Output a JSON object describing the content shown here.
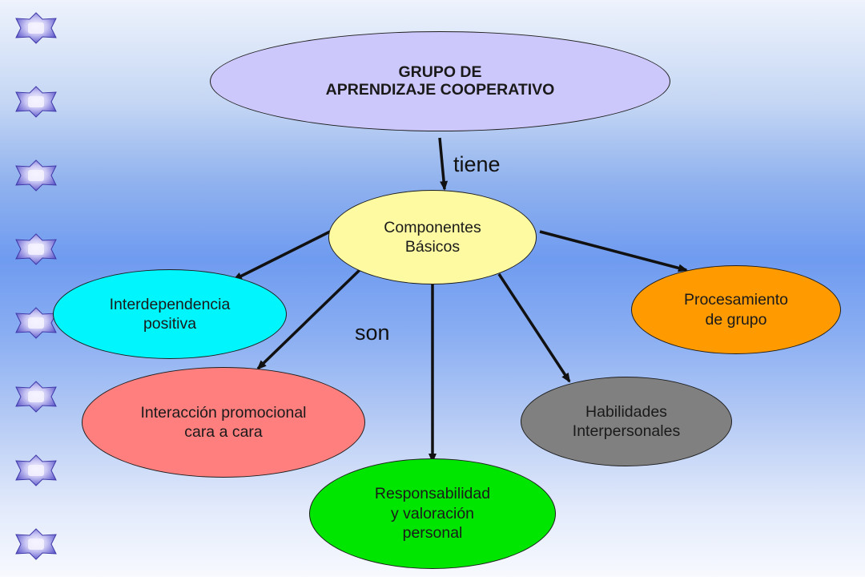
{
  "diagram": {
    "nodes": {
      "main": "GRUPO DE\nAPRENDIZAJE COOPERATIVO",
      "components": "Componentes\nBásicos",
      "interdependence": "Interdependencia\npositiva",
      "processing": "Procesamiento\nde grupo",
      "promotional": "Interacción promocional\ncara a cara",
      "skills": "Habilidades\nInterpersonales",
      "responsibility": "Responsabilidad\ny valoración\npersonal"
    },
    "labels": {
      "has": "tiene",
      "are": "son"
    },
    "colors": {
      "main": "#cdc8fb",
      "components": "#fefaa1",
      "interdependence": "#00f5fd",
      "processing": "#ff9a00",
      "promotional": "#ff7f7f",
      "skills": "#808080",
      "responsibility": "#00e600"
    },
    "decoration_icon": "star-bullet-icon"
  }
}
